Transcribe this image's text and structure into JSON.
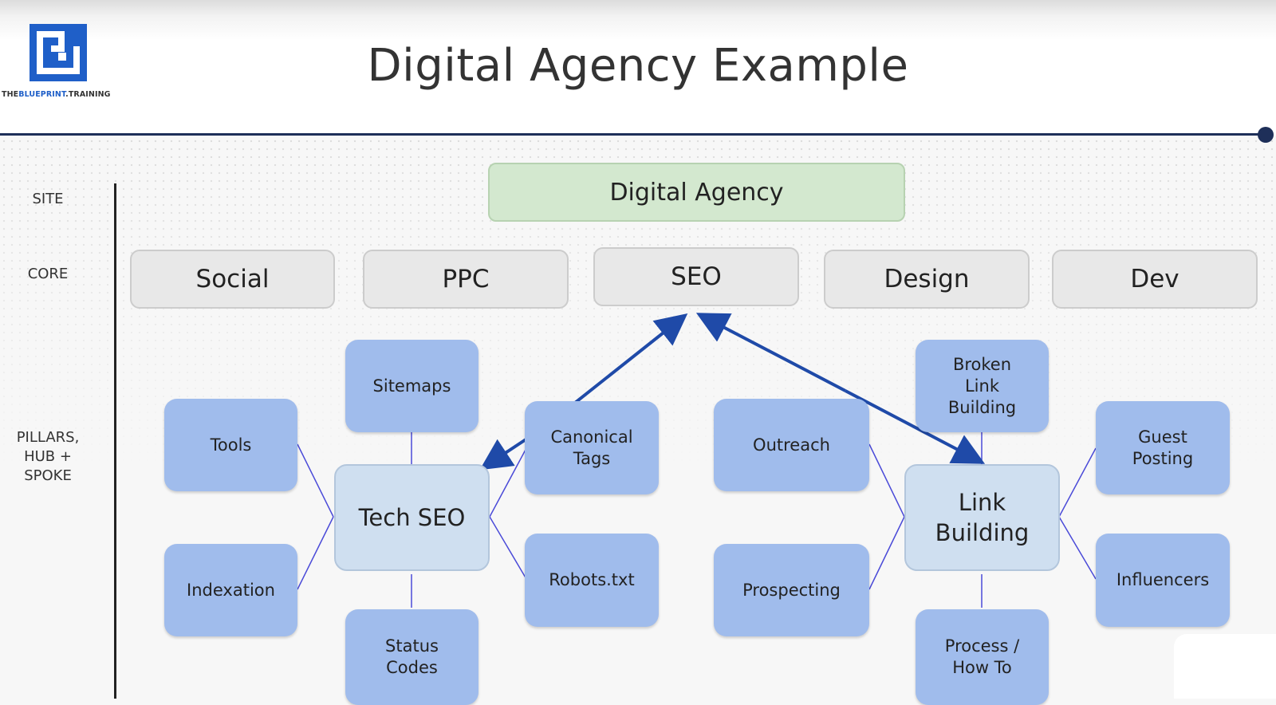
{
  "title": "Digital Agency Example",
  "logo": {
    "prefix": "THE",
    "brand": "BLUEPRINT",
    "suffix": ".TRAINING"
  },
  "levels": {
    "site": "SITE",
    "core": "CORE",
    "pillars": "PILLARS,\nHUB +\nSPOKE"
  },
  "site": "Digital Agency",
  "core": [
    "Social",
    "PPC",
    "SEO",
    "Design",
    "Dev"
  ],
  "hubs": {
    "tech_seo": {
      "label": "Tech SEO",
      "spokes": {
        "top": "Sitemaps",
        "left_top": "Tools",
        "left_bottom": "Indexation",
        "right_top": "Canonical\nTags",
        "right_bottom": "Robots.txt",
        "bottom": "Status\nCodes"
      }
    },
    "link_building": {
      "label": "Link\nBuilding",
      "spokes": {
        "top": "Broken\nLink\nBuilding",
        "left_top": "Outreach",
        "left_bottom": "Prospecting",
        "right_top": "Guest\nPosting",
        "right_bottom": "Influencers",
        "bottom": "Process /\nHow To"
      }
    }
  },
  "colors": {
    "rule": "#1e2f59",
    "arrow": "#1f4aa8",
    "spoke_fill": "#a0bcec",
    "hub_fill": "#cfdff0",
    "site_fill": "#d3e8cf",
    "core_fill": "#e8e8e8"
  }
}
